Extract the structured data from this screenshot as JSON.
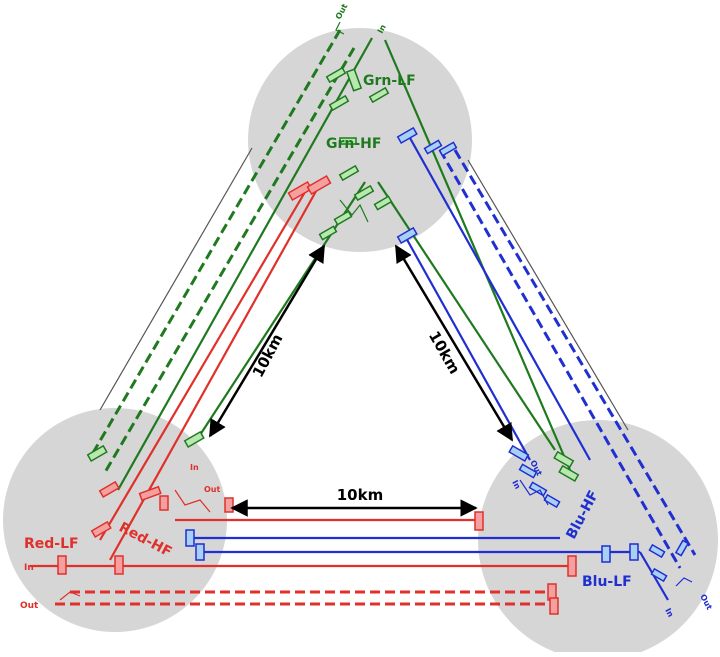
{
  "colors": {
    "green": "#1f7a1f",
    "red": "#e0302a",
    "blue": "#1f2fd0",
    "station": "#cfcfcf",
    "arrow": "#000000"
  },
  "stations": {
    "top": {
      "lf_label": "Grn-LF",
      "hf_label": "Grn-HF",
      "in_label": "In",
      "out_label": "Out"
    },
    "left": {
      "lf_label": "Red-LF",
      "hf_label": "Red-HF",
      "in_label": "In",
      "out_label": "Out",
      "hf_in_label": "In",
      "hf_out_label": "Out"
    },
    "right": {
      "lf_label": "Blu-LF",
      "hf_label": "Blu-HF",
      "in_label": "In",
      "out_label": "Out",
      "hf_in_label": "In",
      "hf_out_label": "Out"
    }
  },
  "arms": {
    "left": {
      "label": "10km"
    },
    "right": {
      "label": "10km"
    },
    "bottom": {
      "label": "10km"
    }
  }
}
